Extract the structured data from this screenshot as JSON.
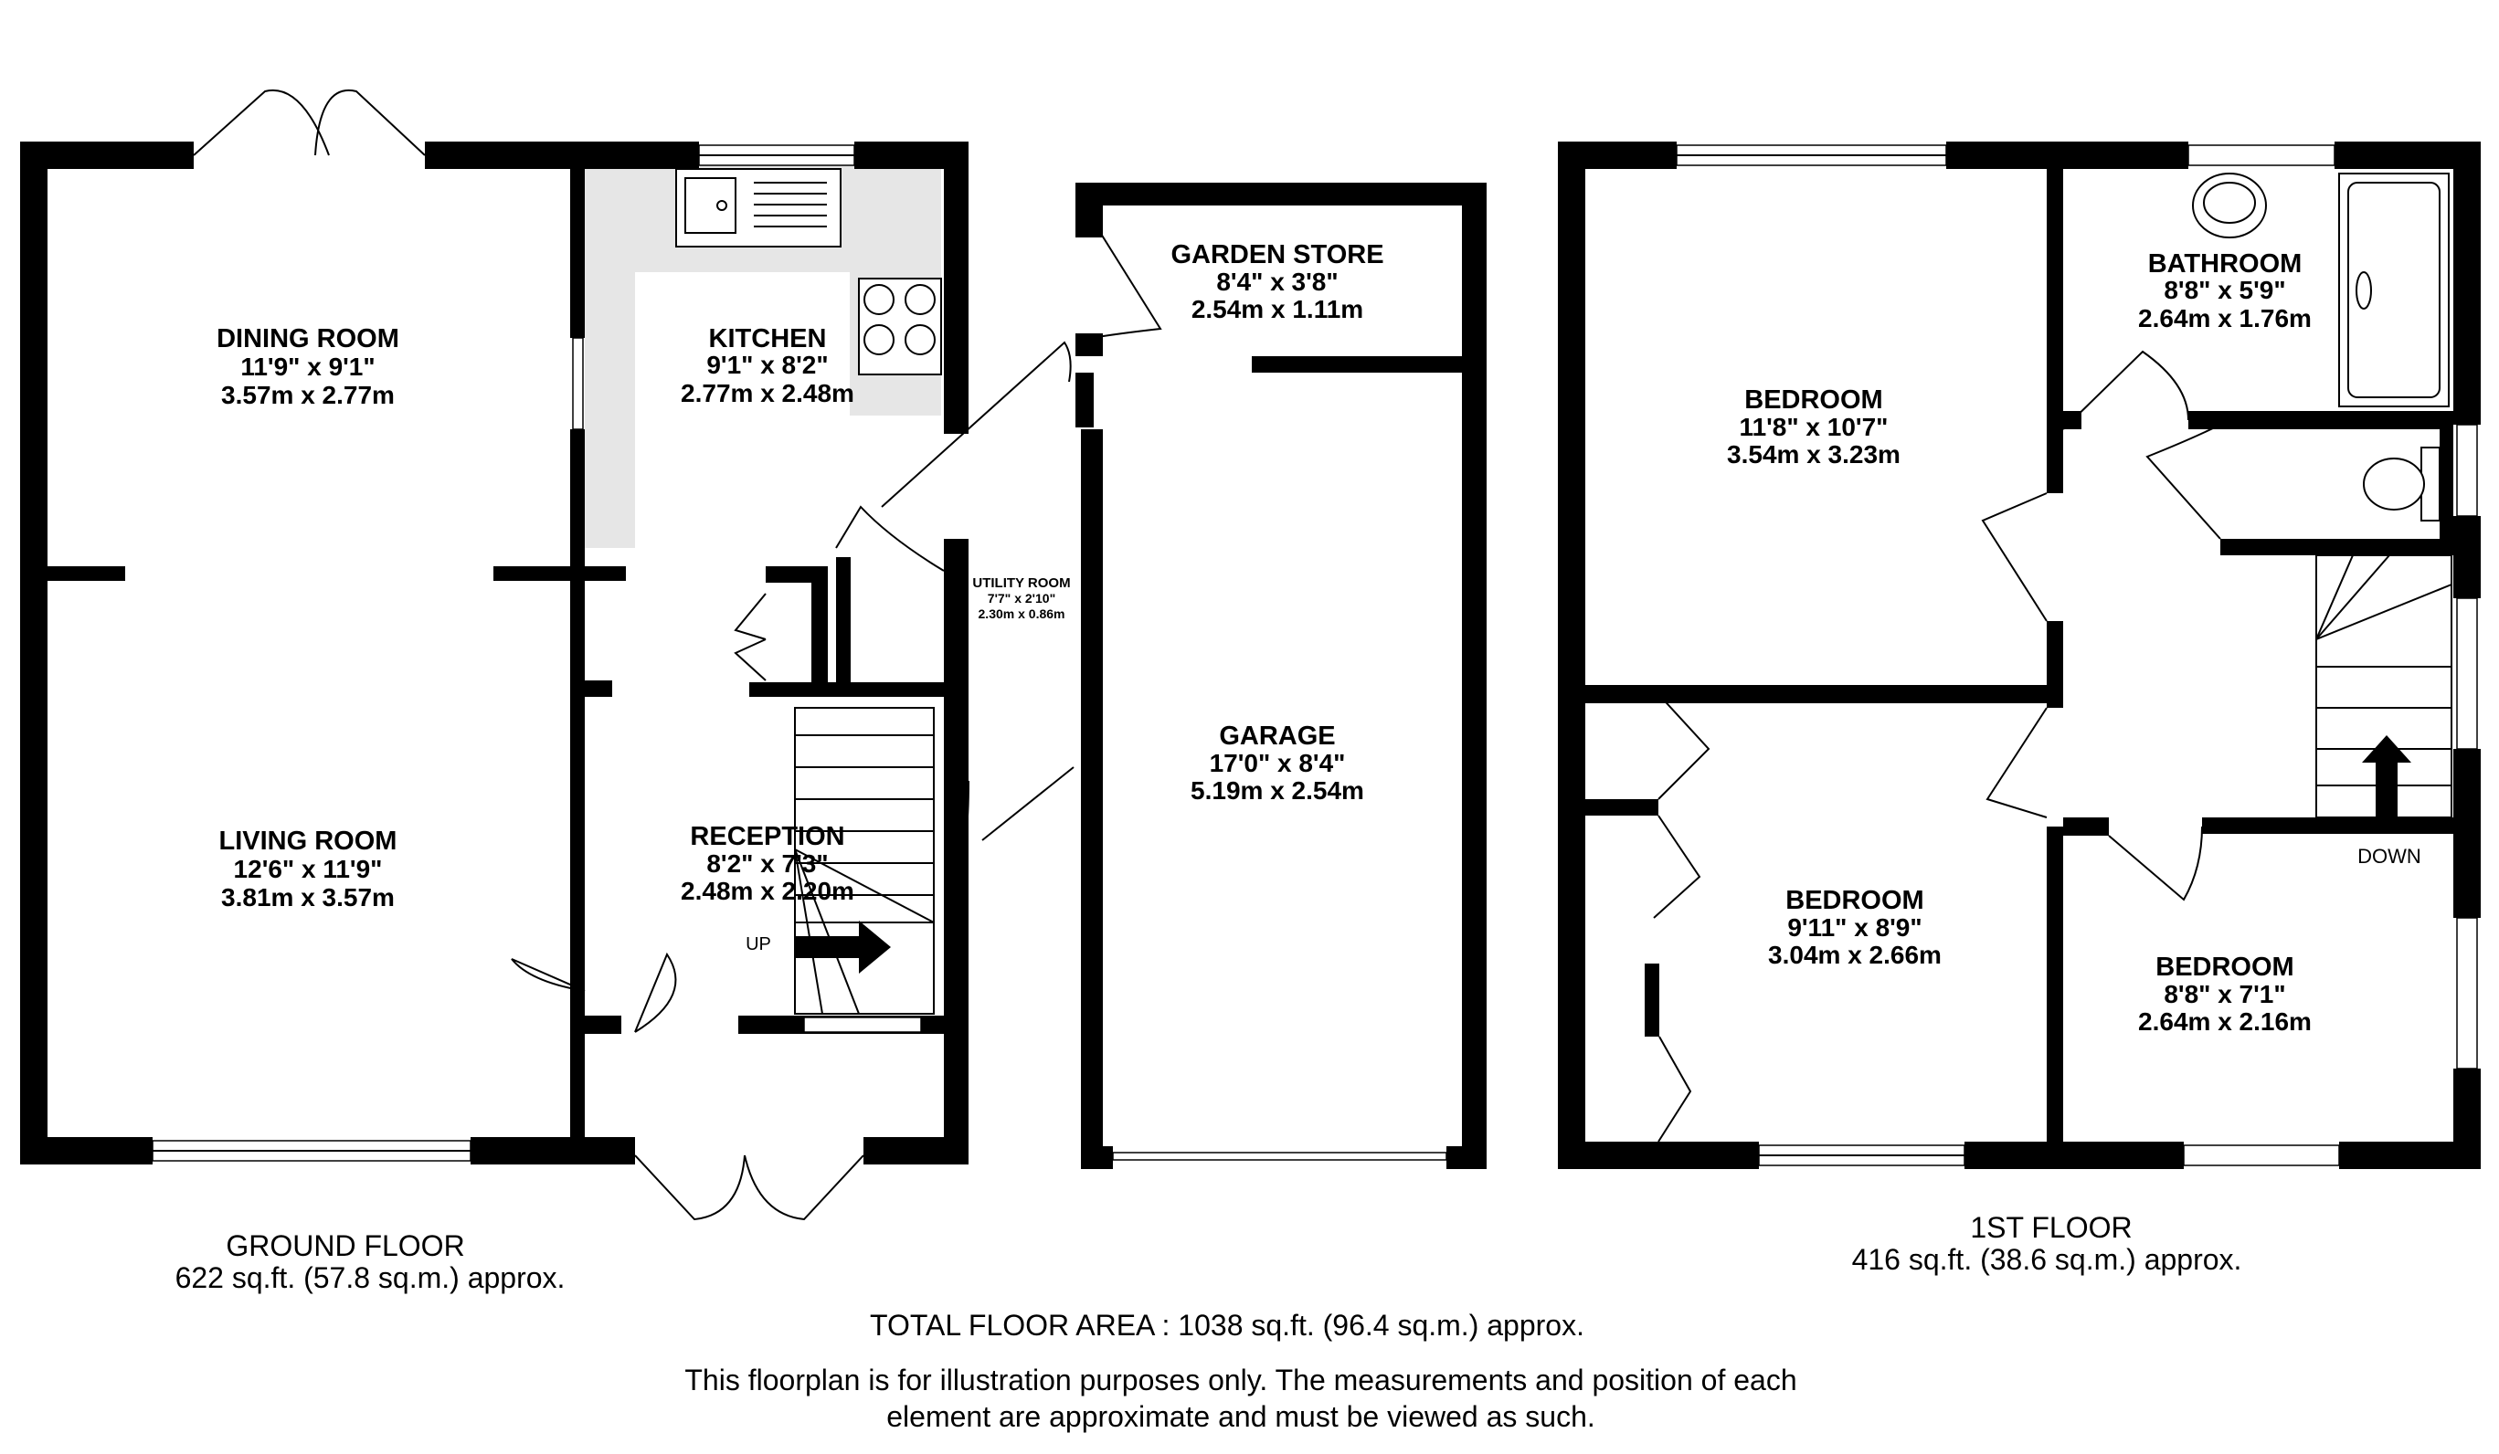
{
  "ground_floor": {
    "label": "GROUND FLOOR",
    "area": "622 sq.ft. (57.8 sq.m.) approx.",
    "rooms": {
      "dining": {
        "name": "DINING ROOM",
        "imperial": "11'9\"  x 9'1\"",
        "metric": "3.57m  x 2.77m"
      },
      "living": {
        "name": "LIVING ROOM",
        "imperial": "12'6\"  x 11'9\"",
        "metric": "3.81m  x 3.57m"
      },
      "kitchen": {
        "name": "KITCHEN",
        "imperial": "9'1\"  x 8'2\"",
        "metric": "2.77m  x 2.48m"
      },
      "reception": {
        "name": "RECEPTION",
        "imperial": "8'2\"  x 7'3\"",
        "metric": "2.48m  x 2.20m"
      },
      "utility": {
        "name": "UTILITY ROOM",
        "imperial": "7'7\"  x 2'10\"",
        "metric": "2.30m  x 0.86m"
      },
      "garden_store": {
        "name": "GARDEN STORE",
        "imperial": "8'4\"  x 3'8\"",
        "metric": "2.54m  x 1.11m"
      },
      "garage": {
        "name": "GARAGE",
        "imperial": "17'0\"  x 8'4\"",
        "metric": "5.19m  x 2.54m"
      }
    },
    "stair_label": "UP"
  },
  "first_floor": {
    "label": "1ST FLOOR",
    "area": "416 sq.ft. (38.6 sq.m.) approx.",
    "rooms": {
      "bedroom1": {
        "name": "BEDROOM",
        "imperial": "11'8\"  x 10'7\"",
        "metric": "3.54m  x 3.23m"
      },
      "bathroom": {
        "name": "BATHROOM",
        "imperial": "8'8\"  x 5'9\"",
        "metric": "2.64m  x 1.76m"
      },
      "bedroom2": {
        "name": "BEDROOM",
        "imperial": "9'11\"  x 8'9\"",
        "metric": "3.04m  x 2.66m"
      },
      "bedroom3": {
        "name": "BEDROOM",
        "imperial": "8'8\"  x 7'1\"",
        "metric": "2.64m  x 2.16m"
      }
    },
    "stair_label": "DOWN"
  },
  "total_area": "TOTAL FLOOR AREA : 1038 sq.ft. (96.4 sq.m.) approx.",
  "disclaimer_line1": "This floorplan is for illustration purposes only. The measurements and position of each",
  "disclaimer_line2": "element are approximate and must be viewed as such.",
  "colors": {
    "walls": "#000000",
    "kitchen_floor": "#e6e6e6",
    "background": "#ffffff"
  }
}
